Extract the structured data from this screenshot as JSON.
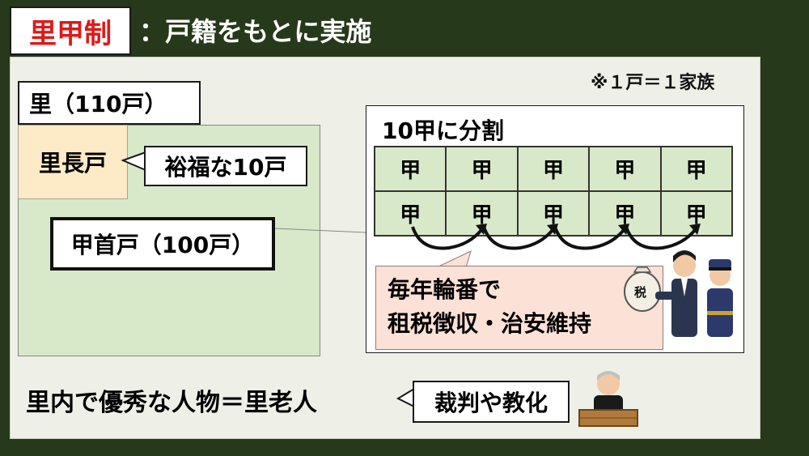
{
  "header": {
    "badge": "里甲制",
    "subtitle": "：戸籍をもとに実施"
  },
  "note": "※１戸＝１家族",
  "village": {
    "label": "里（110戸）",
    "chief_household": "里長戸",
    "chief_callout": "裕福な10戸",
    "member_household": "甲首戸（100戸）"
  },
  "division": {
    "label": "10甲に分割",
    "cells": [
      "甲",
      "甲",
      "甲",
      "甲",
      "甲",
      "甲",
      "甲",
      "甲",
      "甲",
      "甲"
    ],
    "duty_line1": "毎年輪番で",
    "duty_line2": "租税徴収・治安維持",
    "tax_bag_text": "税"
  },
  "elder": {
    "text": "里内で優秀な人物＝里老人",
    "callout": "裁判や教化"
  }
}
